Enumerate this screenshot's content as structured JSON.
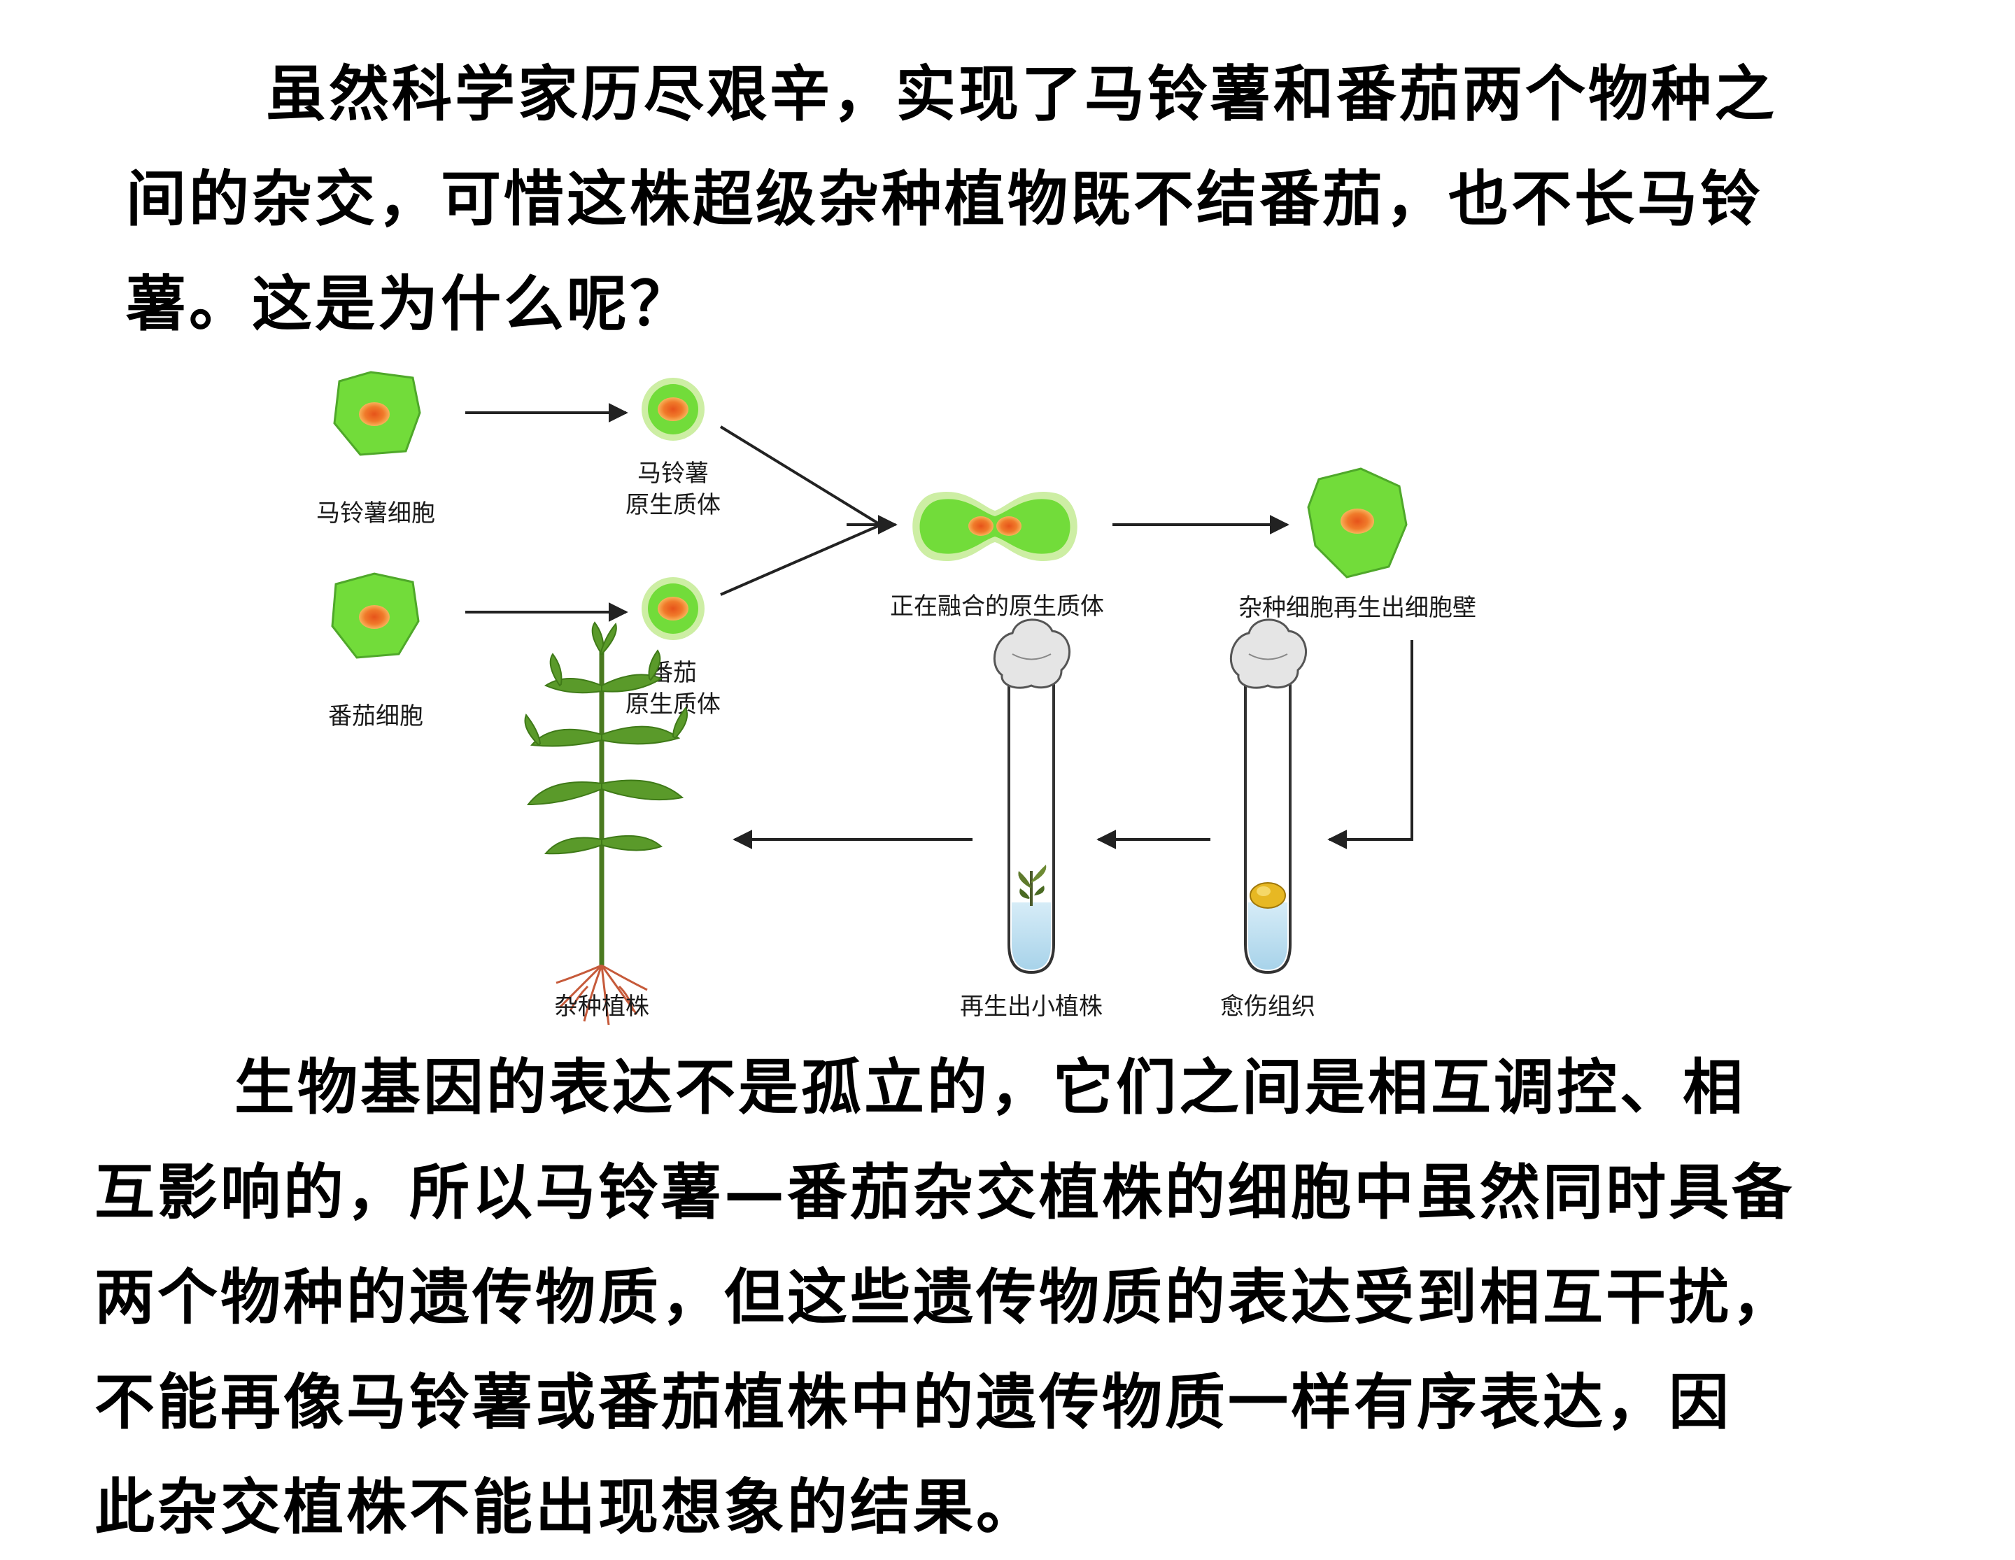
{
  "intro": {
    "lines": [
      "虽然科学家历尽艰辛，实现了马铃薯和番茄两个物种之",
      "间的杂交，可惜这株超级杂种植物既不结番茄，也不长马铃",
      "薯。这是为什么呢？"
    ]
  },
  "diagram": {
    "labels": {
      "potato_cell": "马铃薯细胞",
      "tomato_cell": "番茄细胞",
      "potato_protoplast_1": "马铃薯",
      "potato_protoplast_2": "原生质体",
      "tomato_protoplast_1": "番茄",
      "tomato_protoplast_2": "原生质体",
      "fusing": "正在融合的原生质体",
      "regenerate_wall": "杂种细胞再生出细胞壁",
      "callus": "愈伤组织",
      "plantlet": "再生出小植株",
      "hybrid_plant": "杂种植株"
    },
    "colors": {
      "cell_fill": "#72dc3a",
      "cell_stroke": "#4fa82a",
      "protoplast_ring": "#cdeea4",
      "nucleus_outer": "#f4a64c",
      "nucleus_inner": "#e6531a",
      "arrow": "#222222"
    }
  },
  "answer": {
    "lines": [
      "生物基因的表达不是孤立的，它们之间是相互调控、相",
      "互影响的，所以马铃薯—番茄杂交植株的细胞中虽然同时具备",
      "两个物种的遗传物质，但这些遗传物质的表达受到相互干扰，",
      "不能再像马铃薯或番茄植株中的遗传物质一样有序表达，因",
      "此杂交植株不能出现想象的结果。"
    ]
  }
}
